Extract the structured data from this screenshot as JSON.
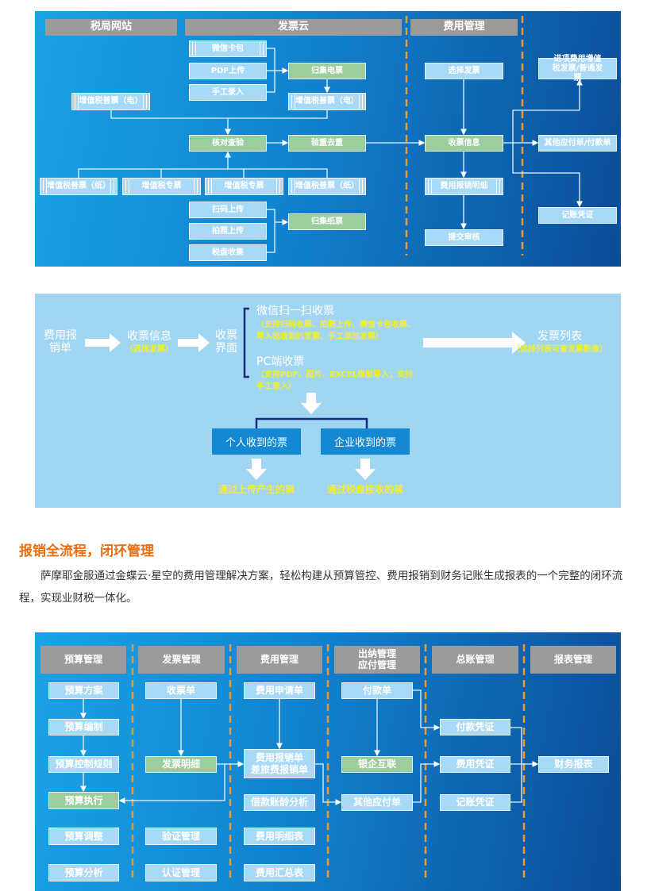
{
  "diagram1": {
    "headers": [
      "税局网站",
      "发票云",
      "费用管理"
    ],
    "boxes": {
      "wechat_card": "微信卡包",
      "pdf_upload": "PDF上传",
      "manual_entry": "手工录入",
      "collect_e": "归集电票",
      "vat_normal_e_left": "增值税普票（电）",
      "vat_normal_e_right": "增值税普票（电）",
      "verify": "核对查验",
      "dedupe": "验重去重",
      "vat_normal_paper_1": "增值税普票（纸）",
      "vat_special_1": "增值税专票",
      "vat_special_2": "增值税专票",
      "vat_normal_paper_2": "增值税普票（纸）",
      "scan_upload": "扫码上传",
      "photo_upload": "拍照上传",
      "taxdisk_collect": "税盘收集",
      "collect_paper": "归集纸票",
      "select_invoice": "选择发票",
      "receipt_info": "收票信息",
      "expense_detail": "费用报销明细",
      "submit_review": "提交审核",
      "input_vat": "进项费用增值税发票/普通发票",
      "other_payable": "其他应付单/付款单",
      "voucher": "记账凭证"
    }
  },
  "diagram2": {
    "expense_form": "费用报销单",
    "receipt_info": "收票信息",
    "receipt_info_sub": "（选择发票）",
    "receipt_ui": "收票界面",
    "wechat_title": "微信扫一扫收票",
    "wechat_sub": "（支持扫码收票、拍照上传、微信卡包收票、导入我收到的发票、手工添加发票）",
    "pc_title": "PC端收票",
    "pc_sub": "（支持PDF、图片、EXCEL模板导入；支持手工录入）",
    "invoice_list": "发票列表",
    "invoice_list_sub": "（选择列表可查发票影像）",
    "personal": "个人收到的票",
    "enterprise": "企业收到的票",
    "personal_sub": "通过上传产生的票",
    "enterprise_sub": "通过税盘接收的票"
  },
  "section": {
    "heading": "报销全流程，闭环管理",
    "paragraph": "萨摩耶金服通过金蝶云·星空的费用管理解决方案，轻松构建从预算管控、费用报销到财务记账生成报表的一个完整的闭环流程，实现业财税一体化。"
  },
  "diagram3": {
    "headers": [
      "预算管理",
      "发票管理",
      "费用管理",
      "出纳管理\n应付管理",
      "总账管理",
      "报表管理"
    ],
    "budget": [
      "预算方案",
      "预算编制",
      "预算控制规则",
      "预算执行",
      "预算调整",
      "预算分析"
    ],
    "invoice": [
      "收票单",
      "发票明细",
      "验证管理",
      "认证管理"
    ],
    "expense": [
      "费用申请单",
      "费用报销单\n差旅费报销单",
      "借款账龄分析",
      "费用明细表",
      "费用汇总表"
    ],
    "cashier": [
      "付款单",
      "银企互联",
      "其他应付单"
    ],
    "ledger": [
      "付款凭证",
      "费用凭证",
      "记账凭证"
    ],
    "report": [
      "财务报表"
    ]
  },
  "colors": {
    "accent_orange": "#ea6d0f",
    "green_box": "#9ccd9c",
    "light_box": "#a8d9f6",
    "yellow_text": "#f4ef2a"
  }
}
